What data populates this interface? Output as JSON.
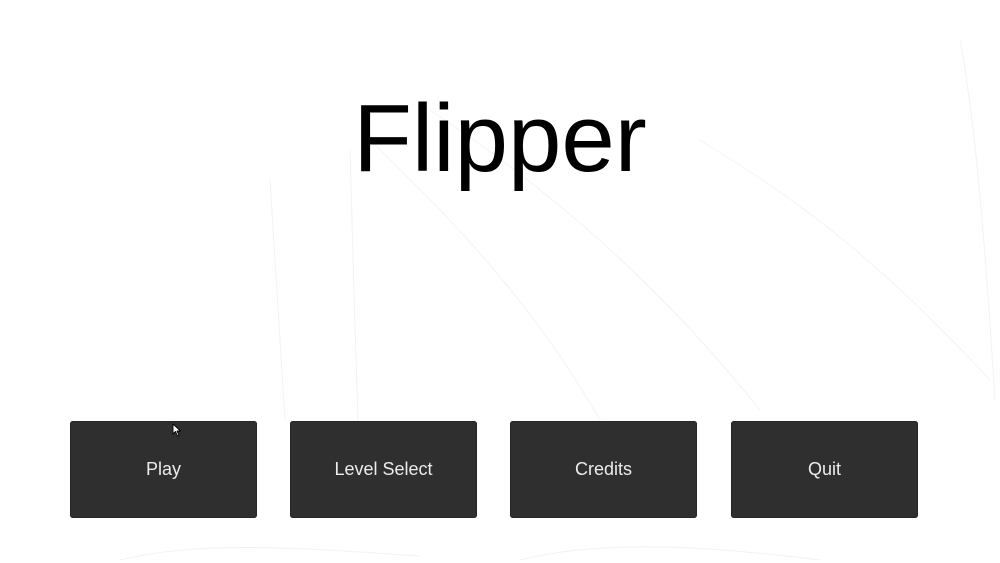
{
  "game": {
    "title": "Flipper"
  },
  "menu": {
    "buttons": [
      {
        "label": "Play"
      },
      {
        "label": "Level Select"
      },
      {
        "label": "Credits"
      },
      {
        "label": "Quit"
      }
    ]
  },
  "colors": {
    "background": "#ffffff",
    "button_bg": "#2f2f2f",
    "button_text": "#ececec",
    "title_text": "#000000"
  }
}
